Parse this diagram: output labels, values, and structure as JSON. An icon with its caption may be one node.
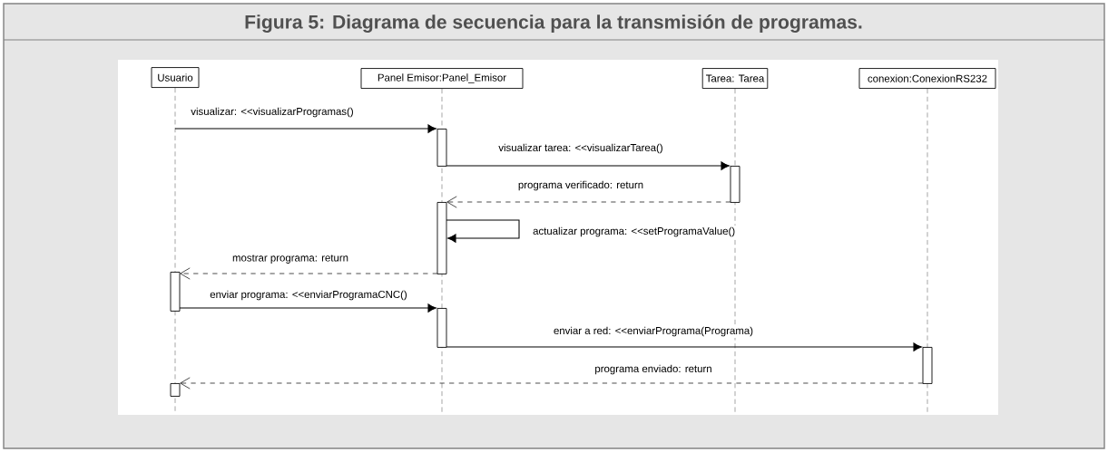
{
  "diagram": {
    "title": "Figura 5: Diagrama de secuencia para la transmisión de programas.",
    "nodes": [
      {
        "text": [
          "Usuario"
        ]
      },
      {
        "text": [
          "Panel Emisor:Panel_Emisor"
        ]
      },
      {
        "text": [
          "Tarea: Tarea"
        ]
      },
      {
        "text": [
          "conexion:ConexionRS232"
        ]
      },
      {
        "text": [],
        "shape": "bar"
      },
      {
        "text": [],
        "shape": "bar"
      },
      {
        "text": [],
        "shape": "bar"
      },
      {
        "text": [],
        "shape": "bar"
      },
      {
        "text": [],
        "shape": "bar"
      },
      {
        "text": [],
        "shape": "bar"
      },
      {
        "text": [],
        "shape": "bar"
      }
    ],
    "edges": [
      {
        "from": null,
        "to": 4,
        "arrow": "to",
        "label": "visualizar: <<visualizarProgramas()"
      },
      {
        "from": 4,
        "to": 5,
        "arrow": "to",
        "label": "visualizar tarea: <<visualizarTarea()"
      },
      {
        "from": 5,
        "to": 6,
        "arrow": "to",
        "style": "dashed",
        "label": "programa verificado: return"
      },
      {
        "from": 6,
        "to": 6,
        "arrow": "to",
        "label": "actualizar programa: <<setProgramaValue()"
      },
      {
        "from": 6,
        "to": 7,
        "arrow": "to",
        "style": "dashed",
        "label": "mostrar programa: return"
      },
      {
        "from": 7,
        "to": 8,
        "arrow": "to",
        "label": "enviar programa: <<enviarProgramaCNC()"
      },
      {
        "from": 8,
        "to": 9,
        "arrow": "to",
        "label": "enviar a red: <<enviarPrograma(Programa)"
      },
      {
        "from": 9,
        "to": 10,
        "arrow": "to",
        "style": "dashed",
        "label": "programa enviado: return"
      }
    ]
  }
}
